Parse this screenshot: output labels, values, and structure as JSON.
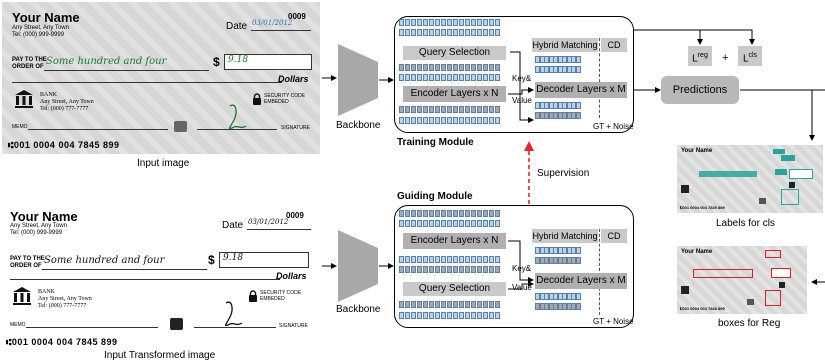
{
  "top_check": {
    "name": "Your Name",
    "address": "Any Street, Any Town",
    "tel": "Tel: (000) 999-9999",
    "number": "0009",
    "date_label": "Date",
    "date_value": "03/01/2012",
    "pay_label_1": "PAY TO THE",
    "pay_label_2": "ORDER OF",
    "payee_written": "Some hundred and four",
    "currency": "$",
    "amount": "9.18",
    "dollars": "Dollars",
    "bank_1": "BANK",
    "bank_2": "Any Street, Any Town",
    "bank_3": "Tel: (000) 777-7777",
    "security_1": "SECURITY CODE",
    "security_2": "EMBEDED",
    "memo": "MEMO",
    "signature": "SIGNATURE",
    "micr": "⑆001 0004 004 7845 899"
  },
  "bottom_check": {
    "name": "Your Name",
    "address": "Any Street, Any Town",
    "tel": "Tel: (000) 999-9999",
    "number": "0009",
    "date_label": "Date",
    "date_value": "03/01/2012",
    "pay_label_1": "PAY TO THE",
    "pay_label_2": "ORDER OF",
    "payee_written": "Some hundred and four",
    "currency": "$",
    "amount": "9.18",
    "dollars": "Dollars",
    "bank_1": "BANK",
    "bank_2": "Any Street, Any Town",
    "bank_3": "Tel: (000) 777-7777",
    "security_1": "SECURITY CODE",
    "security_2": "EMBEDED",
    "memo": "MEMO",
    "signature": "SIGNATURE",
    "micr": "⑆001 0004 004 7845 899"
  },
  "captions": {
    "input_image": "Input image",
    "input_transformed": "Input Transformed image",
    "backbone_top": "Backbone",
    "backbone_bottom": "Backbone",
    "training_module": "Training Module",
    "guiding_module": "Guiding Module",
    "supervision": "Supervision",
    "labels_for_cls": "Labels for cls",
    "boxes_for_reg": "boxes for Reg",
    "predictions": "Predictions",
    "loss_reg": "L",
    "loss_reg_sup": "reg",
    "loss_plus": "+",
    "loss_cls": "L",
    "loss_cls_sup": "cls"
  },
  "training": {
    "query_selection": "Query Selection",
    "encoder": "Encoder Layers x N",
    "hybrid": "Hybrid Matching",
    "cd": "CD",
    "decoder": "Decoder Layers x M",
    "key_1": "Key&",
    "key_2": "Value",
    "gt_noise": "GT + Noise"
  },
  "guiding": {
    "encoder": "Encoder Layers x N",
    "query_selection": "Query Selection",
    "hybrid": "Hybrid Matching",
    "cd": "CD",
    "decoder": "Decoder Layers x M",
    "key_1": "Key&",
    "key_2": "Value",
    "gt_noise": "GT + Noise"
  },
  "colors": {
    "check_bg": "#d7d7d7",
    "panel_border": "#000000",
    "token_blue": "#b9d3ec",
    "token_gray": "#a8a8a8",
    "supervision_arrow": "#e3262b",
    "handwriting": "#1a7a2a"
  }
}
